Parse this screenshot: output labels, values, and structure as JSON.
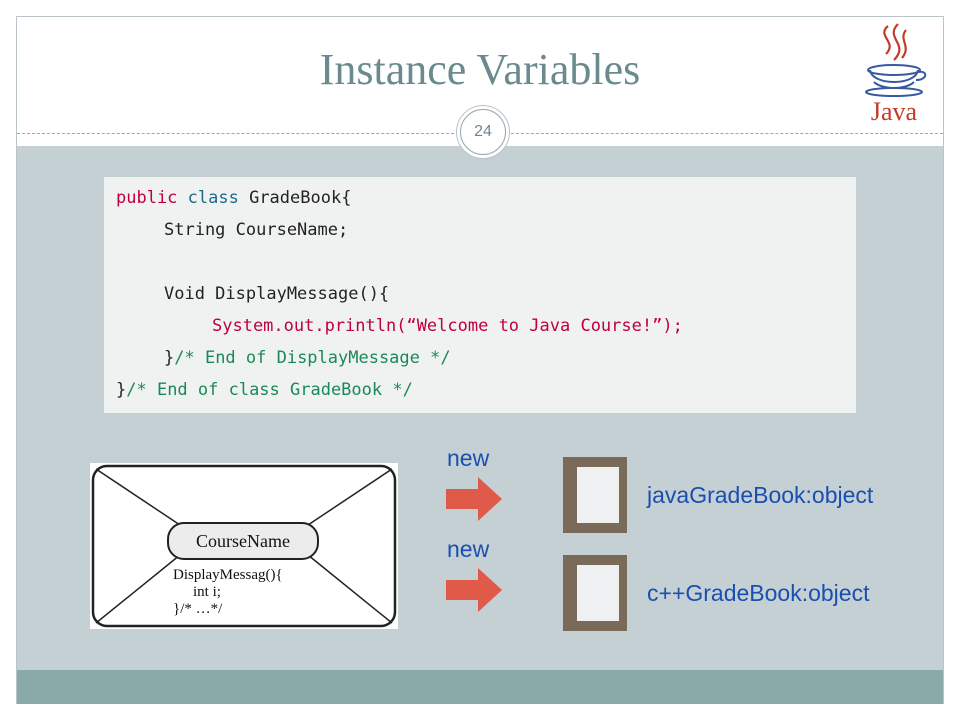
{
  "slide": {
    "title": "Instance Variables",
    "page_number": "24",
    "logo_text": "Java"
  },
  "code": {
    "lines": [
      {
        "parts": [
          "public ",
          "class ",
          "GradeBook{"
        ]
      },
      {
        "parts": [
          "String CourseName;"
        ]
      },
      {
        "parts": [
          "Void DisplayMessage(){"
        ]
      },
      {
        "parts": [
          "System.out.println(“Welcome to Java Course!”);"
        ]
      },
      {
        "parts": [
          "}",
          "/* End of DisplayMessage */"
        ]
      },
      {
        "parts": [
          "}",
          "/* End of class GradeBook */"
        ]
      }
    ]
  },
  "diagram": {
    "field_label": "CourseName",
    "method_lines": [
      "DisplayMessag(){",
      "int i;",
      "}/* …*/"
    ]
  },
  "instances": [
    {
      "new_label": "new",
      "object_label": "javaGradeBook:object"
    },
    {
      "new_label": "new",
      "object_label": "c++GradeBook:object"
    }
  ],
  "colors": {
    "content_bg": "#c5d0d5",
    "footer_band": "#8aaaa8",
    "arrow_fill": "#e05a4a",
    "label_blue": "#1a4fb0"
  }
}
